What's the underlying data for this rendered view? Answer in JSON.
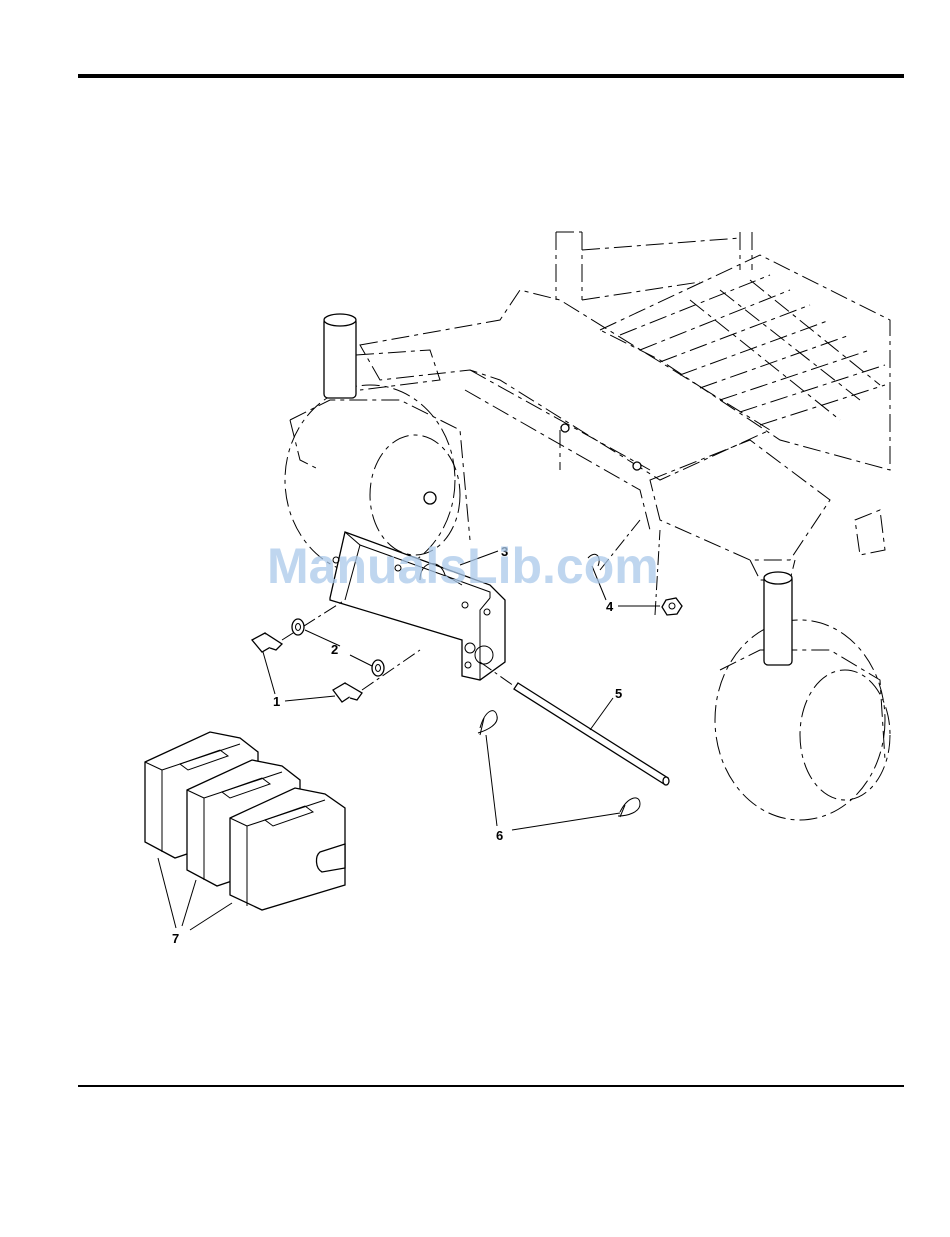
{
  "watermark": "ManualsLib.com",
  "callouts": {
    "c1": "1",
    "c2": "2",
    "c3": "3",
    "c4": "4",
    "c5": "5",
    "c6": "6",
    "c7": "7"
  }
}
